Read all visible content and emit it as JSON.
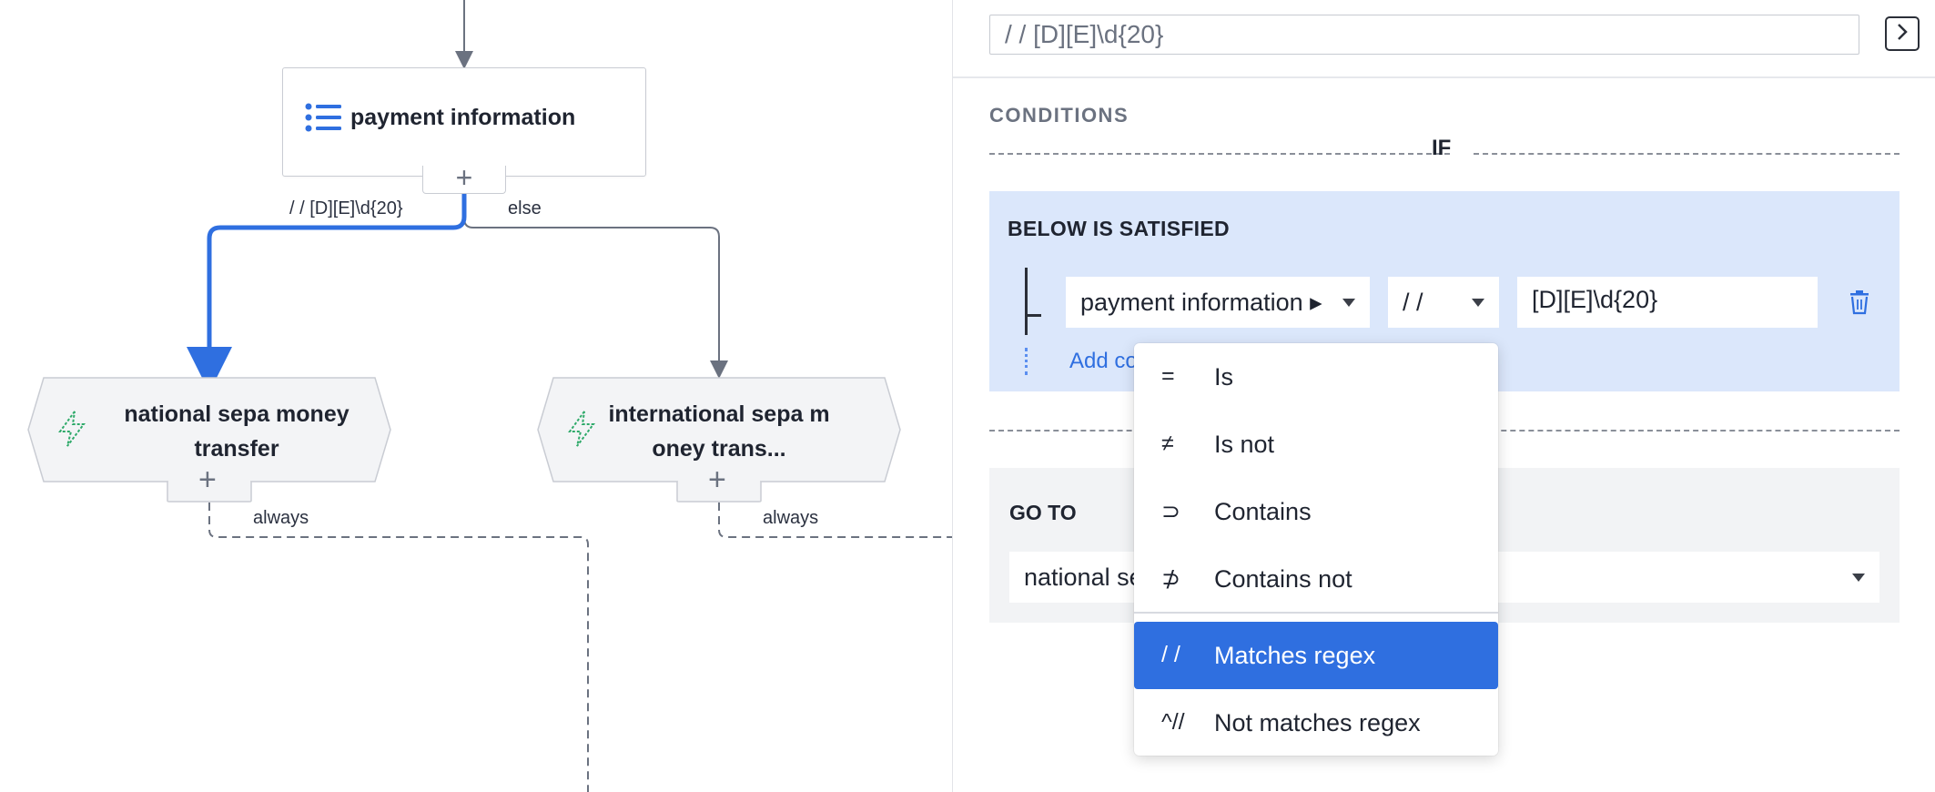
{
  "canvas": {
    "nodes": {
      "payment_information": {
        "title": "payment information",
        "icon": "list-icon"
      },
      "national": {
        "title_line1": "national sepa money",
        "title_line2": "transfer",
        "icon": "lightning-icon"
      },
      "international": {
        "title_line1": "international sepa m",
        "title_line2": "oney trans...",
        "icon": "lightning-icon"
      }
    },
    "edge_labels": {
      "regex": "/ / [D][E]\\d{20}",
      "else": "else",
      "always_1": "always",
      "always_2": "always"
    },
    "colors": {
      "active_edge": "#2f6fe0",
      "edge": "#6b7280"
    }
  },
  "panel": {
    "name_value": "/ / [D][E]\\d{20}",
    "conditions_label": "CONDITIONS",
    "if_label": "IF",
    "below_label": "BELOW IS SATISFIED",
    "field_select": "payment information ▸",
    "operator_select": "/ /",
    "value": "[D][E]\\d{20}",
    "add_condition": "Add co",
    "goto_label": "GO TO",
    "goto_value": "national sepa money transfer"
  },
  "dropdown": {
    "items": [
      {
        "symbol": "=",
        "label": "Is"
      },
      {
        "symbol": "≠",
        "label": "Is not"
      },
      {
        "symbol": "⊃",
        "label": "Contains"
      },
      {
        "symbol": "⊅",
        "label": "Contains not"
      },
      {
        "symbol": "/ /",
        "label": "Matches regex"
      },
      {
        "symbol": "^//",
        "label": "Not matches regex"
      }
    ],
    "selected_index": 4,
    "selected_color": "#2f6fe0"
  }
}
